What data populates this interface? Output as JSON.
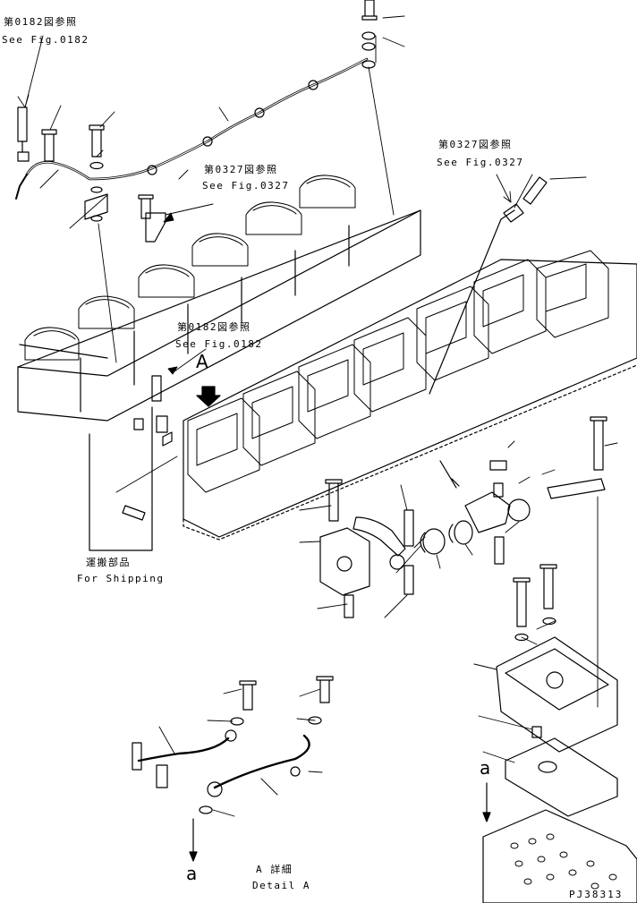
{
  "refs": {
    "fig0182_top_jp": "第0182図参照",
    "fig0182_top_en": "See Fig.0182",
    "fig0327_mid_jp": "第0327図参照",
    "fig0327_mid_en": "See Fig.0327",
    "fig0327_right_jp": "第0327図参照",
    "fig0327_right_en": "See Fig.0327",
    "fig0182_mid_jp": "第0182図参照",
    "fig0182_mid_en": "See Fig.0182"
  },
  "shipping": {
    "jp": "運搬部品",
    "en": "For Shipping"
  },
  "detail": {
    "jp": "A 詳細",
    "en": "Detail A"
  },
  "markers": {
    "view_a": "A",
    "arrow_a_left": "a",
    "arrow_a_right": "a"
  },
  "drawing_number": "PJ38313"
}
